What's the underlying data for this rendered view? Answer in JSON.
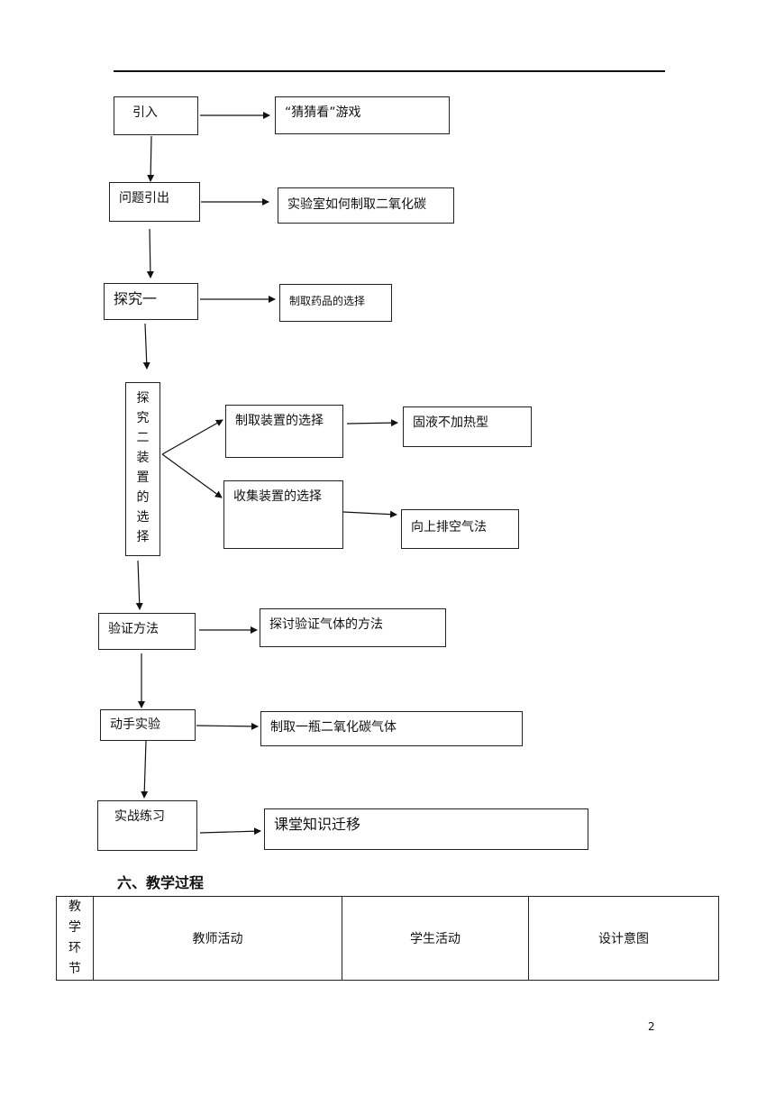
{
  "flowchart": {
    "steps": [
      {
        "label": "引入",
        "result": "“猜猜看”游戏"
      },
      {
        "label": "问题引出",
        "result": "实验室如何制取二氧化碳"
      },
      {
        "label": "探究一",
        "result": "制取药品的选择"
      },
      {
        "label": "探究二装置的选择",
        "vertical_chars": [
          "探",
          "究",
          "二",
          "装",
          "置",
          "的",
          "选",
          "择"
        ],
        "branches": [
          {
            "label": "制取装置的选择",
            "result": "固液不加热型"
          },
          {
            "label": "收集装置的选择",
            "result": "向上排空气法"
          }
        ]
      },
      {
        "label": "验证方法",
        "result": "探讨验证气体的方法"
      },
      {
        "label": "动手实验",
        "result": "制取一瓶二氧化碳气体"
      },
      {
        "label": "实战练习",
        "result": "课堂知识迁移"
      }
    ]
  },
  "section": {
    "heading": "六、教学过程"
  },
  "table": {
    "stage_chars": [
      "教",
      "学",
      "环",
      "节"
    ],
    "headers": [
      "教师活动",
      "学生活动",
      "设计意图"
    ]
  },
  "page_number": "2"
}
